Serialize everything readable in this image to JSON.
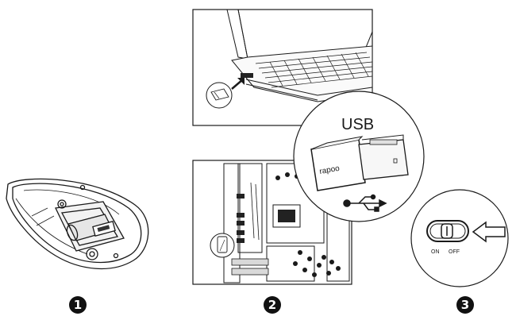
{
  "steps": [
    {
      "number": "1"
    },
    {
      "number": "2"
    },
    {
      "number": "3"
    }
  ],
  "receiver": {
    "interface_label": "USB",
    "brand_logo": "rapoo",
    "symbol": "usb-trident-icon"
  },
  "power_switch": {
    "on_label": "ON",
    "off_label": "OFF",
    "indicator": "left-arrow-icon"
  },
  "colors": {
    "line": "#1a1a1a",
    "fill": "#ffffff",
    "shade": "#d9d9d9",
    "dark": "#333333"
  }
}
